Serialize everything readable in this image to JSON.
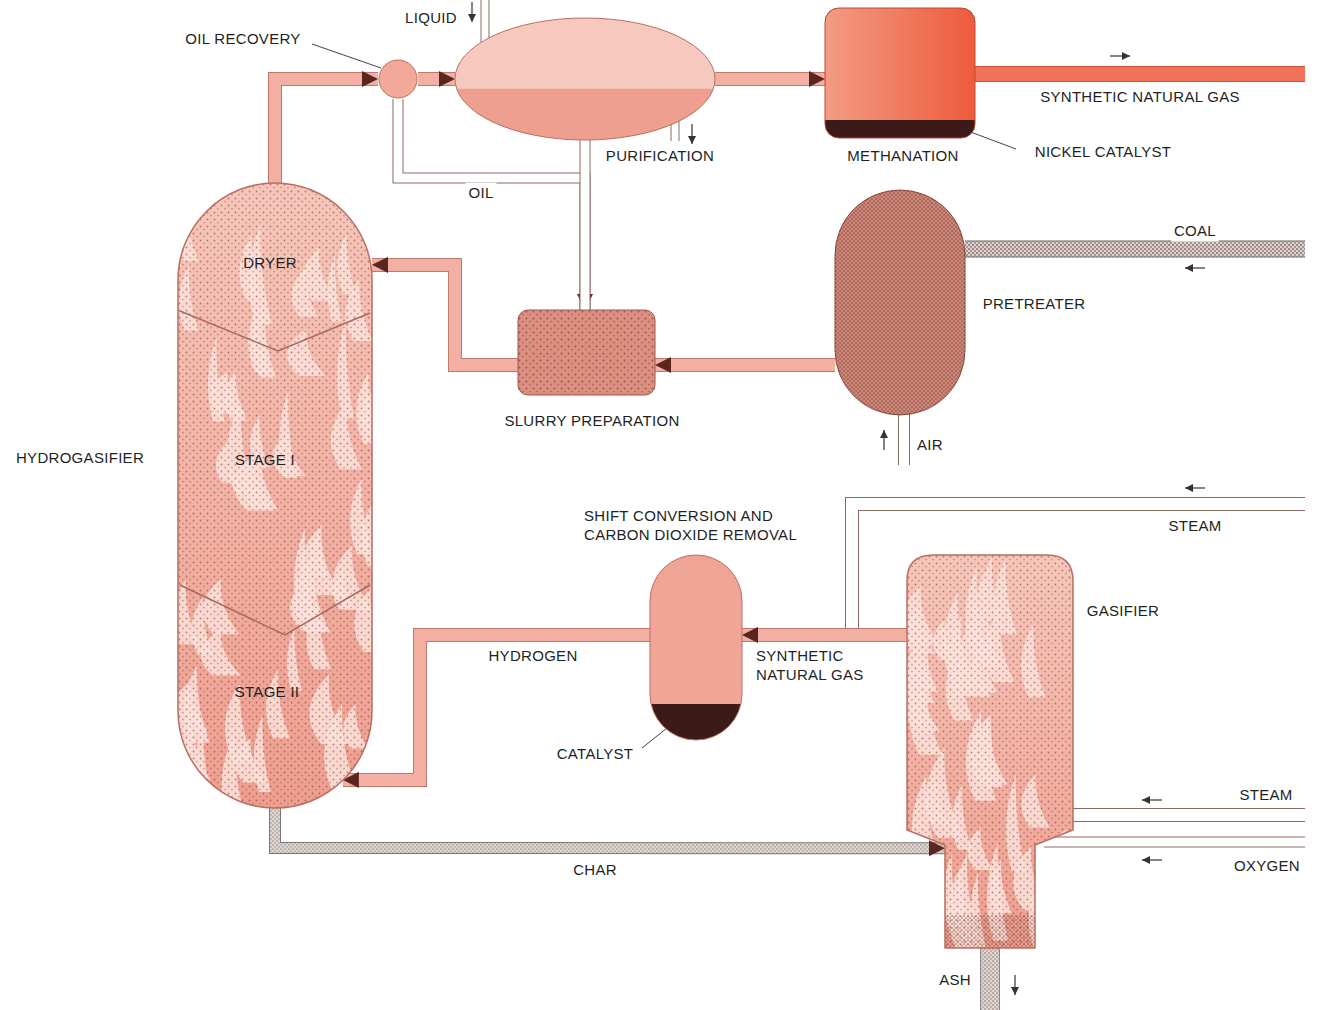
{
  "diagram": {
    "nodes": [
      {
        "text": [
          "HYDROGASIFIER",
          "DRYER",
          "STAGE I",
          "STAGE II"
        ]
      },
      {
        "text": [
          "OIL RECOVERY"
        ]
      },
      {
        "text": [
          "PURIFICATION"
        ]
      },
      {
        "text": [
          "METHANATION"
        ]
      },
      {
        "text": [
          "SLURRY PREPARATION"
        ]
      },
      {
        "text": [
          "PRETREATER"
        ]
      },
      {
        "text": [
          "SHIFT CONVERSION AND CARBON DIOXIDE REMOVAL"
        ]
      },
      {
        "text": [
          "GASIFIER"
        ]
      }
    ],
    "edges": [
      {
        "from": 0,
        "to": 1,
        "arrow": "to"
      },
      {
        "from": 1,
        "to": 2,
        "arrow": "to"
      },
      {
        "from": 2,
        "to": 3,
        "arrow": "to"
      },
      {
        "from": 1,
        "to": 4,
        "label": "OIL",
        "arrow": "to"
      },
      {
        "from": 2,
        "to": 4,
        "arrow": "none"
      },
      {
        "from": 5,
        "to": 4,
        "arrow": "to"
      },
      {
        "from": 4,
        "to": 0,
        "arrow": "to"
      },
      {
        "from": 0,
        "to": 7,
        "label": "CHAR",
        "arrow": "to"
      },
      {
        "from": 7,
        "to": 6,
        "label": "SYNTHETIC NATURAL GAS",
        "arrow": "to"
      },
      {
        "from": 6,
        "to": 0,
        "label": "HYDROGEN",
        "arrow": "to"
      }
    ],
    "labels": [
      "LIQUID",
      "SYNTHETIC NATURAL GAS",
      "NICKEL CATALYST",
      "COAL",
      "AIR",
      "STEAM",
      "CATALYST",
      "STEAM",
      "OXYGEN",
      "ASH"
    ]
  }
}
